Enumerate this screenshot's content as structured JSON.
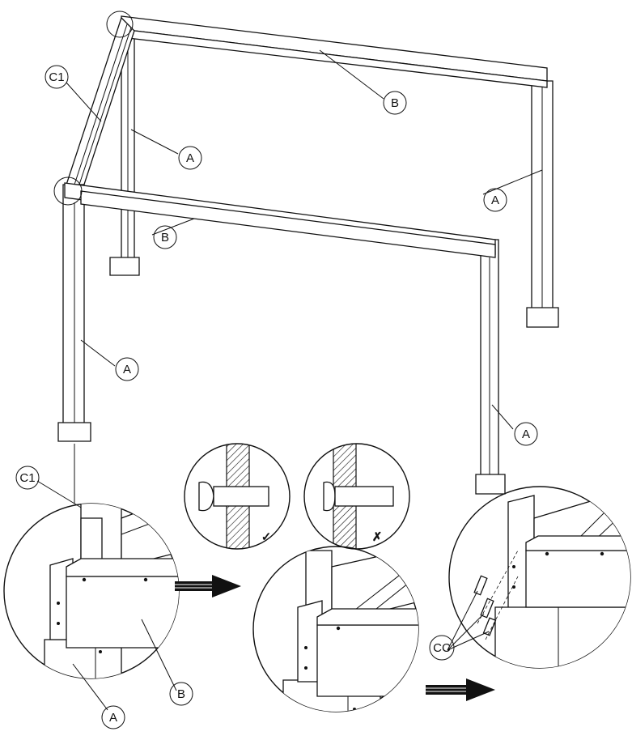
{
  "callouts": {
    "c1_top": "C1",
    "b_back": "B",
    "a_back_left": "A",
    "a_back_right": "A",
    "b_front": "B",
    "a_front_left": "A",
    "a_front_right": "A",
    "c1_detail": "C1",
    "b_detail": "B",
    "a_detail": "A",
    "cc_detail": "CC"
  },
  "marks": {
    "correct": "✓",
    "incorrect": "✗"
  },
  "colors": {
    "line": "#111111",
    "background": "#ffffff"
  }
}
